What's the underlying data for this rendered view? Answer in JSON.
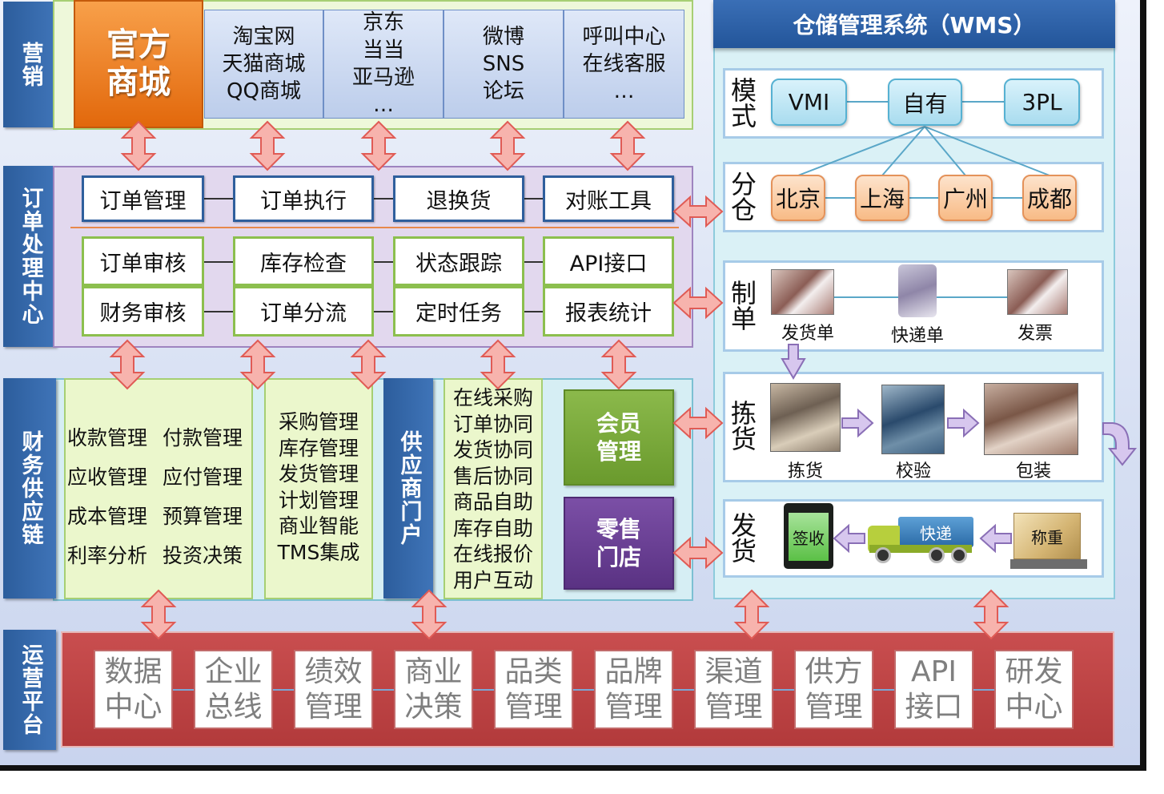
{
  "marketing": {
    "label": "营销",
    "official_mall": "官方\n商城",
    "channels": [
      "淘宝网\n天猫商城\nQQ商城",
      "京东\n当当\n亚马逊\n…",
      "微博\nSNS\n论坛",
      "呼叫中心\n在线客服\n…"
    ]
  },
  "order_center": {
    "label": "订单处理中心",
    "row1": [
      "订单管理",
      "订单执行",
      "退换货",
      "对账工具"
    ],
    "row2": [
      "订单审核",
      "库存检查",
      "状态跟踪",
      "API接口"
    ],
    "row3": [
      "财务审核",
      "订单分流",
      "定时任务",
      "报表统计"
    ]
  },
  "finance": {
    "label": "财务供应链",
    "col_a": "收款管理\n应收管理\n成本管理\n利率分析",
    "col_b": "付款管理\n应付管理\n预算管理\n投资决策",
    "col_c": "采购管理\n库存管理\n发货管理\n计划管理\n商业智能\nTMS集成"
  },
  "supplier": {
    "label": "供应商门户",
    "items": "在线采购\n订单协同\n发货协同\n售后协同\n商品自助\n库存自助\n在线报价\n用户互动"
  },
  "member": {
    "label": "会员\n管理",
    "color": "#7aa83a"
  },
  "retail": {
    "label": "零售\n门店",
    "color": "#6a3e94"
  },
  "wms": {
    "title": "仓储管理系统（WMS）",
    "mode": {
      "label": "模\n式",
      "items": [
        "VMI",
        "自有",
        "3PL"
      ]
    },
    "warehouse": {
      "label": "分\n仓",
      "items": [
        "北京",
        "上海",
        "广州",
        "成都"
      ]
    },
    "docs": {
      "label": "制\n单",
      "items": [
        "发货单",
        "快递单",
        "发票"
      ]
    },
    "picking": {
      "label": "拣\n货",
      "items": [
        "拣货",
        "校验",
        "包装"
      ]
    },
    "shipping": {
      "label": "发\n货",
      "sign": "签收",
      "express": "快递",
      "weigh": "称重"
    }
  },
  "platform": {
    "label": "运营平台",
    "items": [
      "数据\n中心",
      "企业\n总线",
      "绩效\n管理",
      "商业\n决策",
      "品类\n管理",
      "品牌\n管理",
      "渠道\n管理",
      "供方\n管理",
      "API\n接口",
      "研发\n中心"
    ]
  },
  "colors": {
    "accent_blue": "#2c5d9c",
    "arrow_fill": "#f7b3ad",
    "arrow_stroke": "#e05b55",
    "platform_red": "#c0484a",
    "official_orange": "#f07a1e"
  }
}
